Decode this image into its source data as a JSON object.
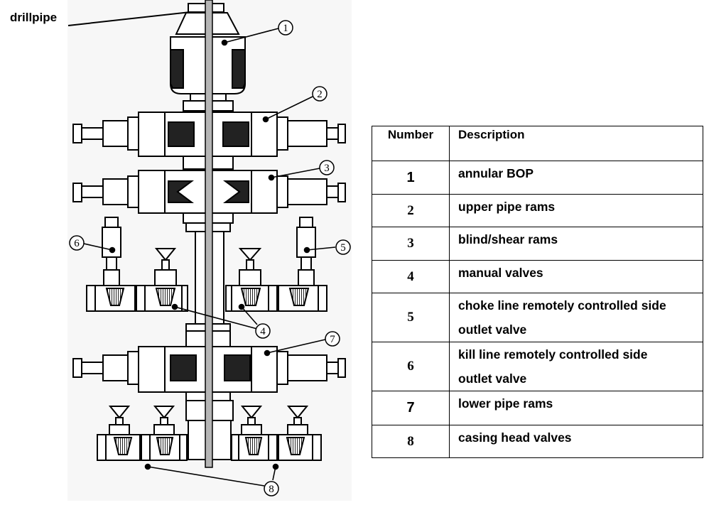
{
  "diagram": {
    "drillpipe_label": "drillpipe",
    "callouts": [
      "1",
      "2",
      "3",
      "4",
      "5",
      "6",
      "7",
      "8"
    ]
  },
  "legend": {
    "header": {
      "number": "Number",
      "description": "Description"
    },
    "rows": [
      {
        "number": "1",
        "description": "annular BOP"
      },
      {
        "number": "2",
        "description": "upper pipe rams"
      },
      {
        "number": "3",
        "description": "blind/shear rams"
      },
      {
        "number": "4",
        "description": "manual valves"
      },
      {
        "number": "5",
        "description": "choke line remotely controlled side outlet valve"
      },
      {
        "number": "6",
        "description": "kill line remotely controlled side outlet valve"
      },
      {
        "number": "7",
        "description": "lower pipe rams"
      },
      {
        "number": "8",
        "description": "casing head valves"
      }
    ]
  }
}
